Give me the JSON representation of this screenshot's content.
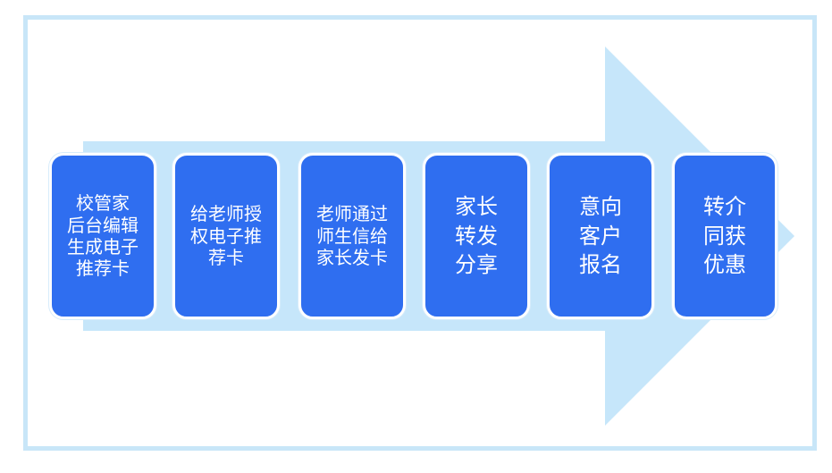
{
  "colors": {
    "frame_border": "#c8e6f8",
    "arrow_fill": "#c6e6fa",
    "step_fill": "#2f6ef0",
    "step_text": "#ffffff"
  },
  "steps": [
    {
      "label": "校管家\n后台编辑\n生成电子\n推荐卡"
    },
    {
      "label": "给老师授\n权电子推\n荐卡"
    },
    {
      "label": "老师通过\n师生信给\n家长发卡"
    },
    {
      "label": "家长\n转发\n分享"
    },
    {
      "label": "意向\n客户\n报名"
    },
    {
      "label": "转介\n同获\n优惠"
    }
  ]
}
